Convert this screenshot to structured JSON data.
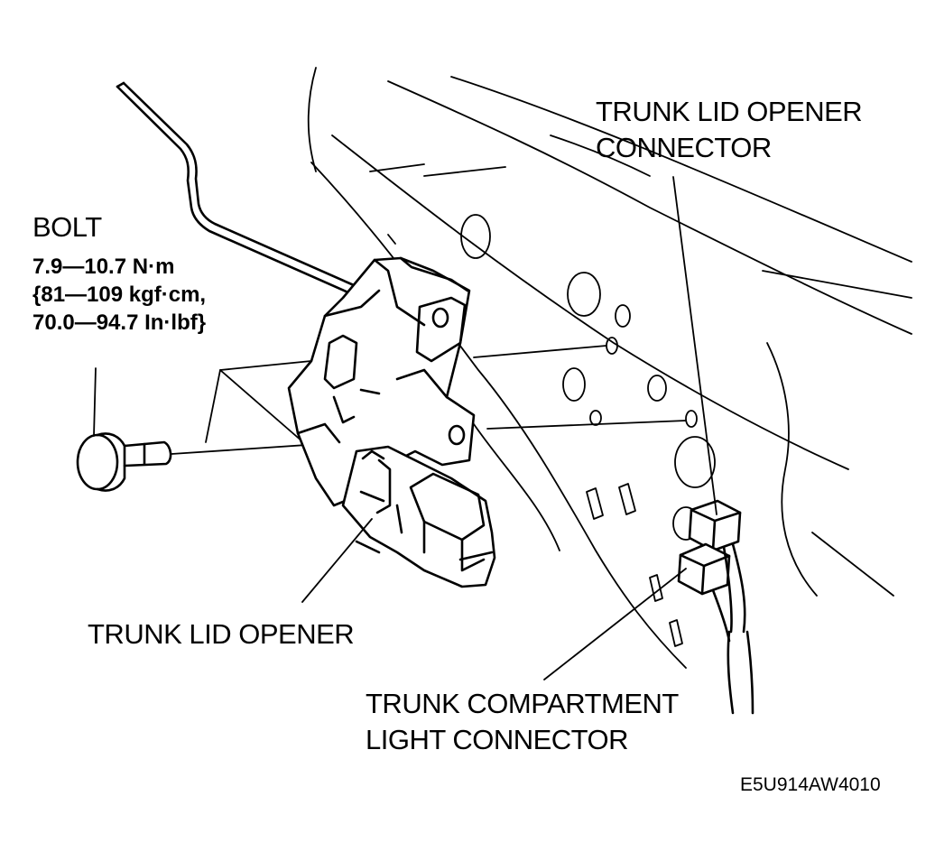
{
  "labels": {
    "opener_connector": [
      "TRUNK LID OPENER",
      "CONNECTOR"
    ],
    "bolt": {
      "title": "BOLT",
      "torque": [
        "7.9—10.7 N·m",
        "{81—109 kgf·cm,",
        "70.0—94.7 In·lbf}"
      ]
    },
    "opener": "TRUNK LID OPENER",
    "light_connector": [
      "TRUNK COMPARTMENT",
      "LIGHT CONNECTOR"
    ],
    "figure_code": "E5U914AW4010"
  },
  "colors": {
    "line": "#000000",
    "background": "#ffffff"
  }
}
